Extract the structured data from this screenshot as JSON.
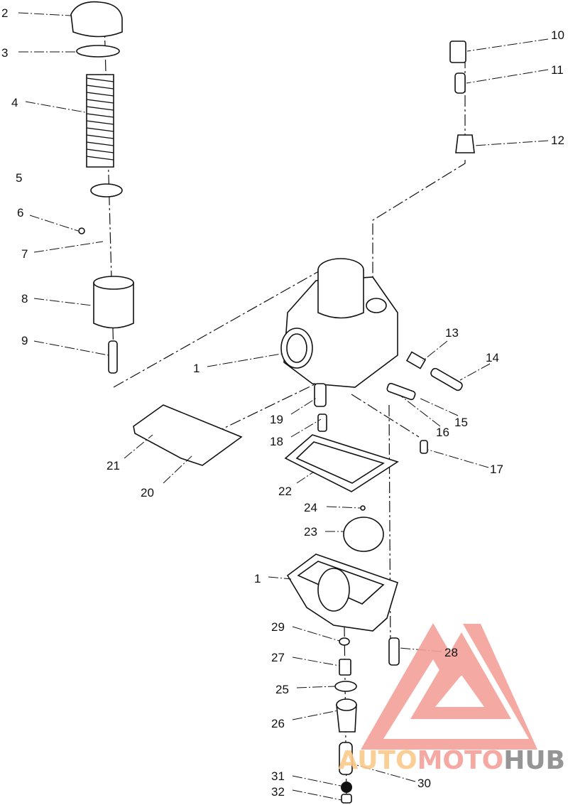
{
  "diagram": {
    "callouts": [
      "1",
      "2",
      "3",
      "4",
      "5",
      "6",
      "7",
      "8",
      "9",
      "10",
      "11",
      "12",
      "13",
      "14",
      "15",
      "16",
      "17",
      "18",
      "19",
      "20",
      "21",
      "22",
      "23",
      "24",
      "25",
      "26",
      "27",
      "28",
      "29",
      "30",
      "31",
      "32",
      "1"
    ]
  },
  "watermark": {
    "brand_part1": "AUTO",
    "brand_part2": "MOTO",
    "brand_part3": "HUB",
    "colors": {
      "auto": "#fbc98a",
      "moto": "#f4a09a",
      "hub": "#8a8a8a",
      "logo": "#f4a09a"
    }
  }
}
